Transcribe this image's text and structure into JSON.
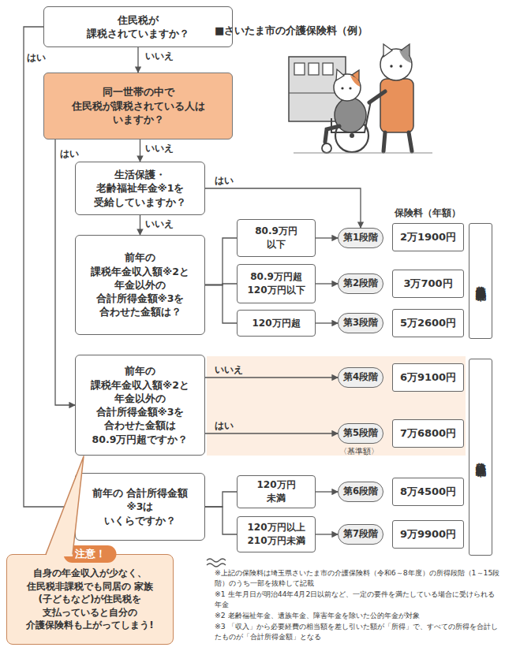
{
  "diagram": {
    "title": "■さいたま市の介護保険料（例）",
    "nodes": [
      {
        "text": [
          "住民税が 課税されていますか？"
        ]
      },
      {
        "text": [
          "同一世帯の中で 住民税が課税されている人は いますか？"
        ]
      },
      {
        "text": [
          "生活保護・ 老齢福祉年金※1を 受給していますか？"
        ]
      },
      {
        "text": [
          "前年の 課税年金収入額※2と 年金以外の 合計所得金額※3を 合わせた金額は？"
        ]
      },
      {
        "text": [
          "80.9万円 以下"
        ]
      },
      {
        "text": [
          "80.9万円超 120万円以下"
        ]
      },
      {
        "text": [
          "120万円超"
        ]
      },
      {
        "text": [
          "第1段階"
        ]
      },
      {
        "text": [
          "第2段階"
        ]
      },
      {
        "text": [
          "第3段階"
        ]
      },
      {
        "text": [
          "2万1900円"
        ]
      },
      {
        "text": [
          "3万700円"
        ]
      },
      {
        "text": [
          "5万2600円"
        ]
      },
      {
        "text": [
          "住民税非課税世帯"
        ]
      },
      {
        "text": [
          "前年の 課税年金収入額※2と 年金以外の 合計所得金額※3を 合わせた金額は 80.9万円超ですか？"
        ]
      },
      {
        "text": [
          "第4段階"
        ]
      },
      {
        "text": [
          "6万9100円"
        ]
      },
      {
        "text": [
          "第5段階"
        ]
      },
      {
        "text": [
          "7万6800円"
        ]
      },
      {
        "text": [
          "前年の 合計所得金額※3は いくらですか？"
        ]
      },
      {
        "text": [
          "120万円 未満"
        ]
      },
      {
        "text": [
          "120万円以上 210万円未満"
        ]
      },
      {
        "text": [
          "第6段階"
        ]
      },
      {
        "text": [
          "8万4500円"
        ]
      },
      {
        "text": [
          "第7段階"
        ]
      },
      {
        "text": [
          "9万9900円"
        ]
      },
      {
        "text": [
          "住民税課税世帯"
        ]
      },
      {
        "text": [
          "注意！",
          "自身の年金収入が少なく、 住民税非課税でも同居の 家族(子どもなど)が住民税を 支払っていると自分の 介護保険料も上がってしまう!"
        ]
      }
    ],
    "edges": [
      {
        "from": 0,
        "to": 1,
        "label": "いいえ",
        "arrow": "to"
      },
      {
        "from": 0,
        "to": 19,
        "label": "はい",
        "arrow": "to"
      },
      {
        "from": 1,
        "to": 2,
        "label": "いいえ",
        "arrow": "to"
      },
      {
        "from": 1,
        "to": 14,
        "label": "はい",
        "arrow": "to"
      },
      {
        "from": 2,
        "to": 3,
        "label": "いいえ",
        "arrow": "to"
      },
      {
        "from": 2,
        "to": 7,
        "label": "はい",
        "arrow": "to"
      },
      {
        "from": 3,
        "to": 4,
        "arrow": "none"
      },
      {
        "from": 3,
        "to": 5,
        "arrow": "none"
      },
      {
        "from": 3,
        "to": 6,
        "arrow": "none"
      },
      {
        "from": 4,
        "to": 7,
        "arrow": "to"
      },
      {
        "from": 5,
        "to": 8,
        "arrow": "to"
      },
      {
        "from": 6,
        "to": 9,
        "arrow": "to"
      },
      {
        "from": 14,
        "to": 15,
        "label": "いいえ",
        "arrow": "to"
      },
      {
        "from": 14,
        "to": 17,
        "label": "はい",
        "arrow": "to"
      },
      {
        "from": 19,
        "to": 20,
        "arrow": "none"
      },
      {
        "from": 19,
        "to": 21,
        "arrow": "none"
      },
      {
        "from": 20,
        "to": 22,
        "arrow": "to"
      },
      {
        "from": 21,
        "to": 24,
        "arrow": "to"
      }
    ],
    "labels": [
      "保険料（年額）",
      "〈基準額〉",
      "※上記の保険料は埼玉県さいたま市の介護保険料（令和6～8年度）の所得段階（1～15段階）のうち一部を抜粋して記載",
      "※1 生年月日が明治44年4月2日以前など、一定の要件を満たしている場合に受けられる年金",
      "※2 老齢福祉年金、遺族年金、障害年金を除いた公的年金が対象",
      "※3 「収入」から必要経費の相当額を差し引いた額が「所得」で、すべての所得を合計したものが「合計所得金額」となる"
    ]
  }
}
